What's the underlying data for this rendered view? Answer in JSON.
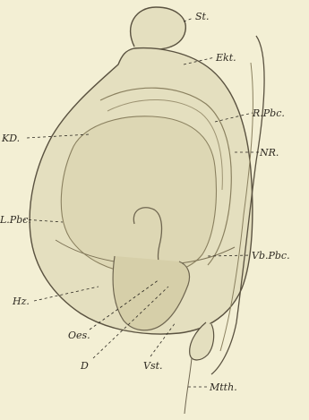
{
  "figure": {
    "labels": {
      "st": "St.",
      "ekt": "Ekt.",
      "r_pbc": "R.Pbc.",
      "kd": "KD.",
      "nr": "NR.",
      "l_pbc": "L.Pbc.",
      "vb_pbc": "Vb.Pbc.",
      "hz": "Hz.",
      "oes": "Oes.",
      "d": "D",
      "vst": "Vst.",
      "mtth": "Mtth."
    },
    "colors": {
      "paper": "#f3efd4",
      "tissue": "#e4dfbf",
      "tissue_dark": "#cfc8a3",
      "ink": "#2e2a22"
    }
  }
}
